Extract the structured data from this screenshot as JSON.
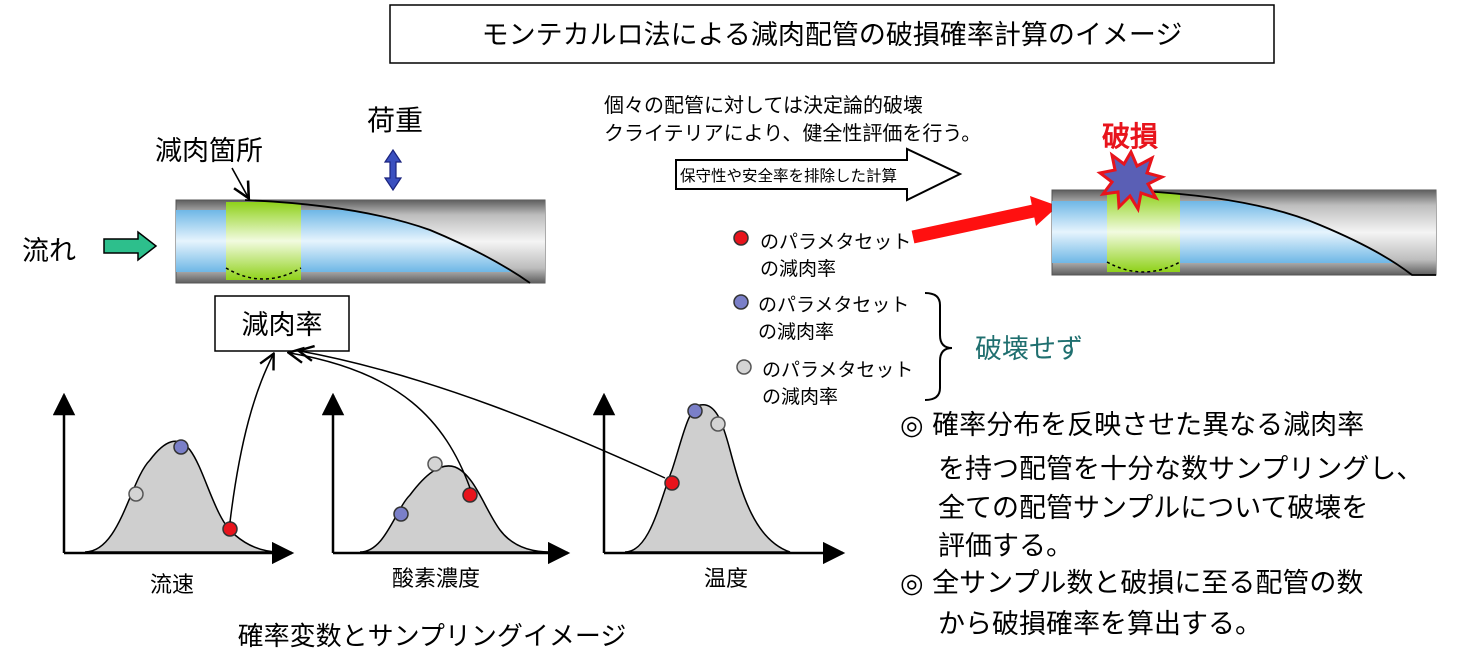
{
  "title": "モンテカルロ法による減肉配管の破損確率計算のイメージ",
  "labels": {
    "load": "荷重",
    "thinning_location": "減肉箇所",
    "flow": "流れ",
    "thinning_rate": "減肉率",
    "damage": "破損",
    "no_failure": "破壊せず",
    "criteria_line1": "個々の配管に対しては決定論的破壊",
    "criteria_line2": "クライテリアにより、健全性評価を行う。",
    "calc_arrow": "保守性や安全率を排除した計算",
    "param_red_1": "のパラメタセット",
    "param_red_2": "の減肉率",
    "param_blue_1": "のパラメタセット",
    "param_blue_2": "の減肉率",
    "param_gray_1": "のパラメタセット",
    "param_gray_2": "の減肉率",
    "var_flow_speed": "流速",
    "var_oxygen": "酸素濃度",
    "var_temperature": "温度",
    "sampling_caption": "確率変数とサンプリングイメージ",
    "note1_line1": "◎ 確率分布を反映させた異なる減肉率",
    "note1_line2": "を持つ配管を十分な数サンプリングし、",
    "note1_line3": "全ての配管サンプルについて破壊を",
    "note1_line4": "評価する。",
    "note2_line1": "◎ 全サンプル数と破損に至る配管の数",
    "note2_line2": "から破損確率を算出する。"
  },
  "colors": {
    "red_sample": "#e8141c",
    "blue_sample": "#7a7fc8",
    "gray_sample": "#d4d4d4",
    "thinning_green": "#8fd11a",
    "water_blue": "#9fd3f3",
    "pipe_gray": "#8c8c8c",
    "flow_arrow": "#2dbf8c",
    "damage_text": "#e8141c",
    "no_failure_text": "#1f6f6f",
    "load_arrow": "#2a3fa0"
  }
}
